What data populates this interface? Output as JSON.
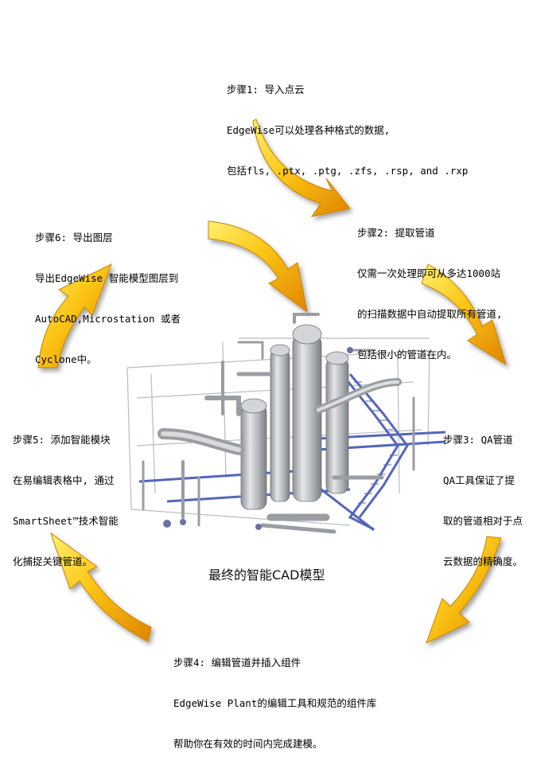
{
  "steps": {
    "step1": {
      "title": "步骤1: 导入点云",
      "lines": [
        "EdgeWise可以处理各种格式的数据,",
        "包括fls, .ptx, .ptg, .zfs, .rsp, and .rxp"
      ]
    },
    "step2": {
      "title": "步骤2: 提取管道",
      "lines": [
        "仅需一次处理即可从多达1000站",
        "的扫描数据中自动提取所有管道,",
        "包括很小的管道在内。"
      ]
    },
    "step3": {
      "title": "步骤3: QA管道",
      "lines": [
        "QA工具保证了提",
        "取的管道相对于点",
        "云数据的精确度。"
      ]
    },
    "step4": {
      "title": "步骤4: 编辑管道并插入组件",
      "lines": [
        "EdgeWise Plant的编辑工具和规范的组件库",
        "帮助你在有效的时间内完成建模。"
      ]
    },
    "step5": {
      "title": "步骤5: 添加智能模块",
      "lines": [
        "在易编辑表格中, 通过",
        "SmartSheet™技术智能",
        "化捕捉关键管道。"
      ]
    },
    "step6": {
      "title": "步骤6: 导出图层",
      "lines": [
        "导出EdgeWise 智能模型图层到",
        "AutoCAD,Microstation 或者",
        "Cyclone中。"
      ]
    }
  },
  "caption": "最终的智能CAD模型",
  "colors": {
    "arrow_light": "#ffe23a",
    "arrow_mid": "#fbbf10",
    "arrow_dark": "#e08a00",
    "pipe_gray": "#b9bcc0",
    "structure_blue": "#5566bb"
  },
  "icons": [
    "cycle-arrow",
    "plant-3d-model"
  ]
}
